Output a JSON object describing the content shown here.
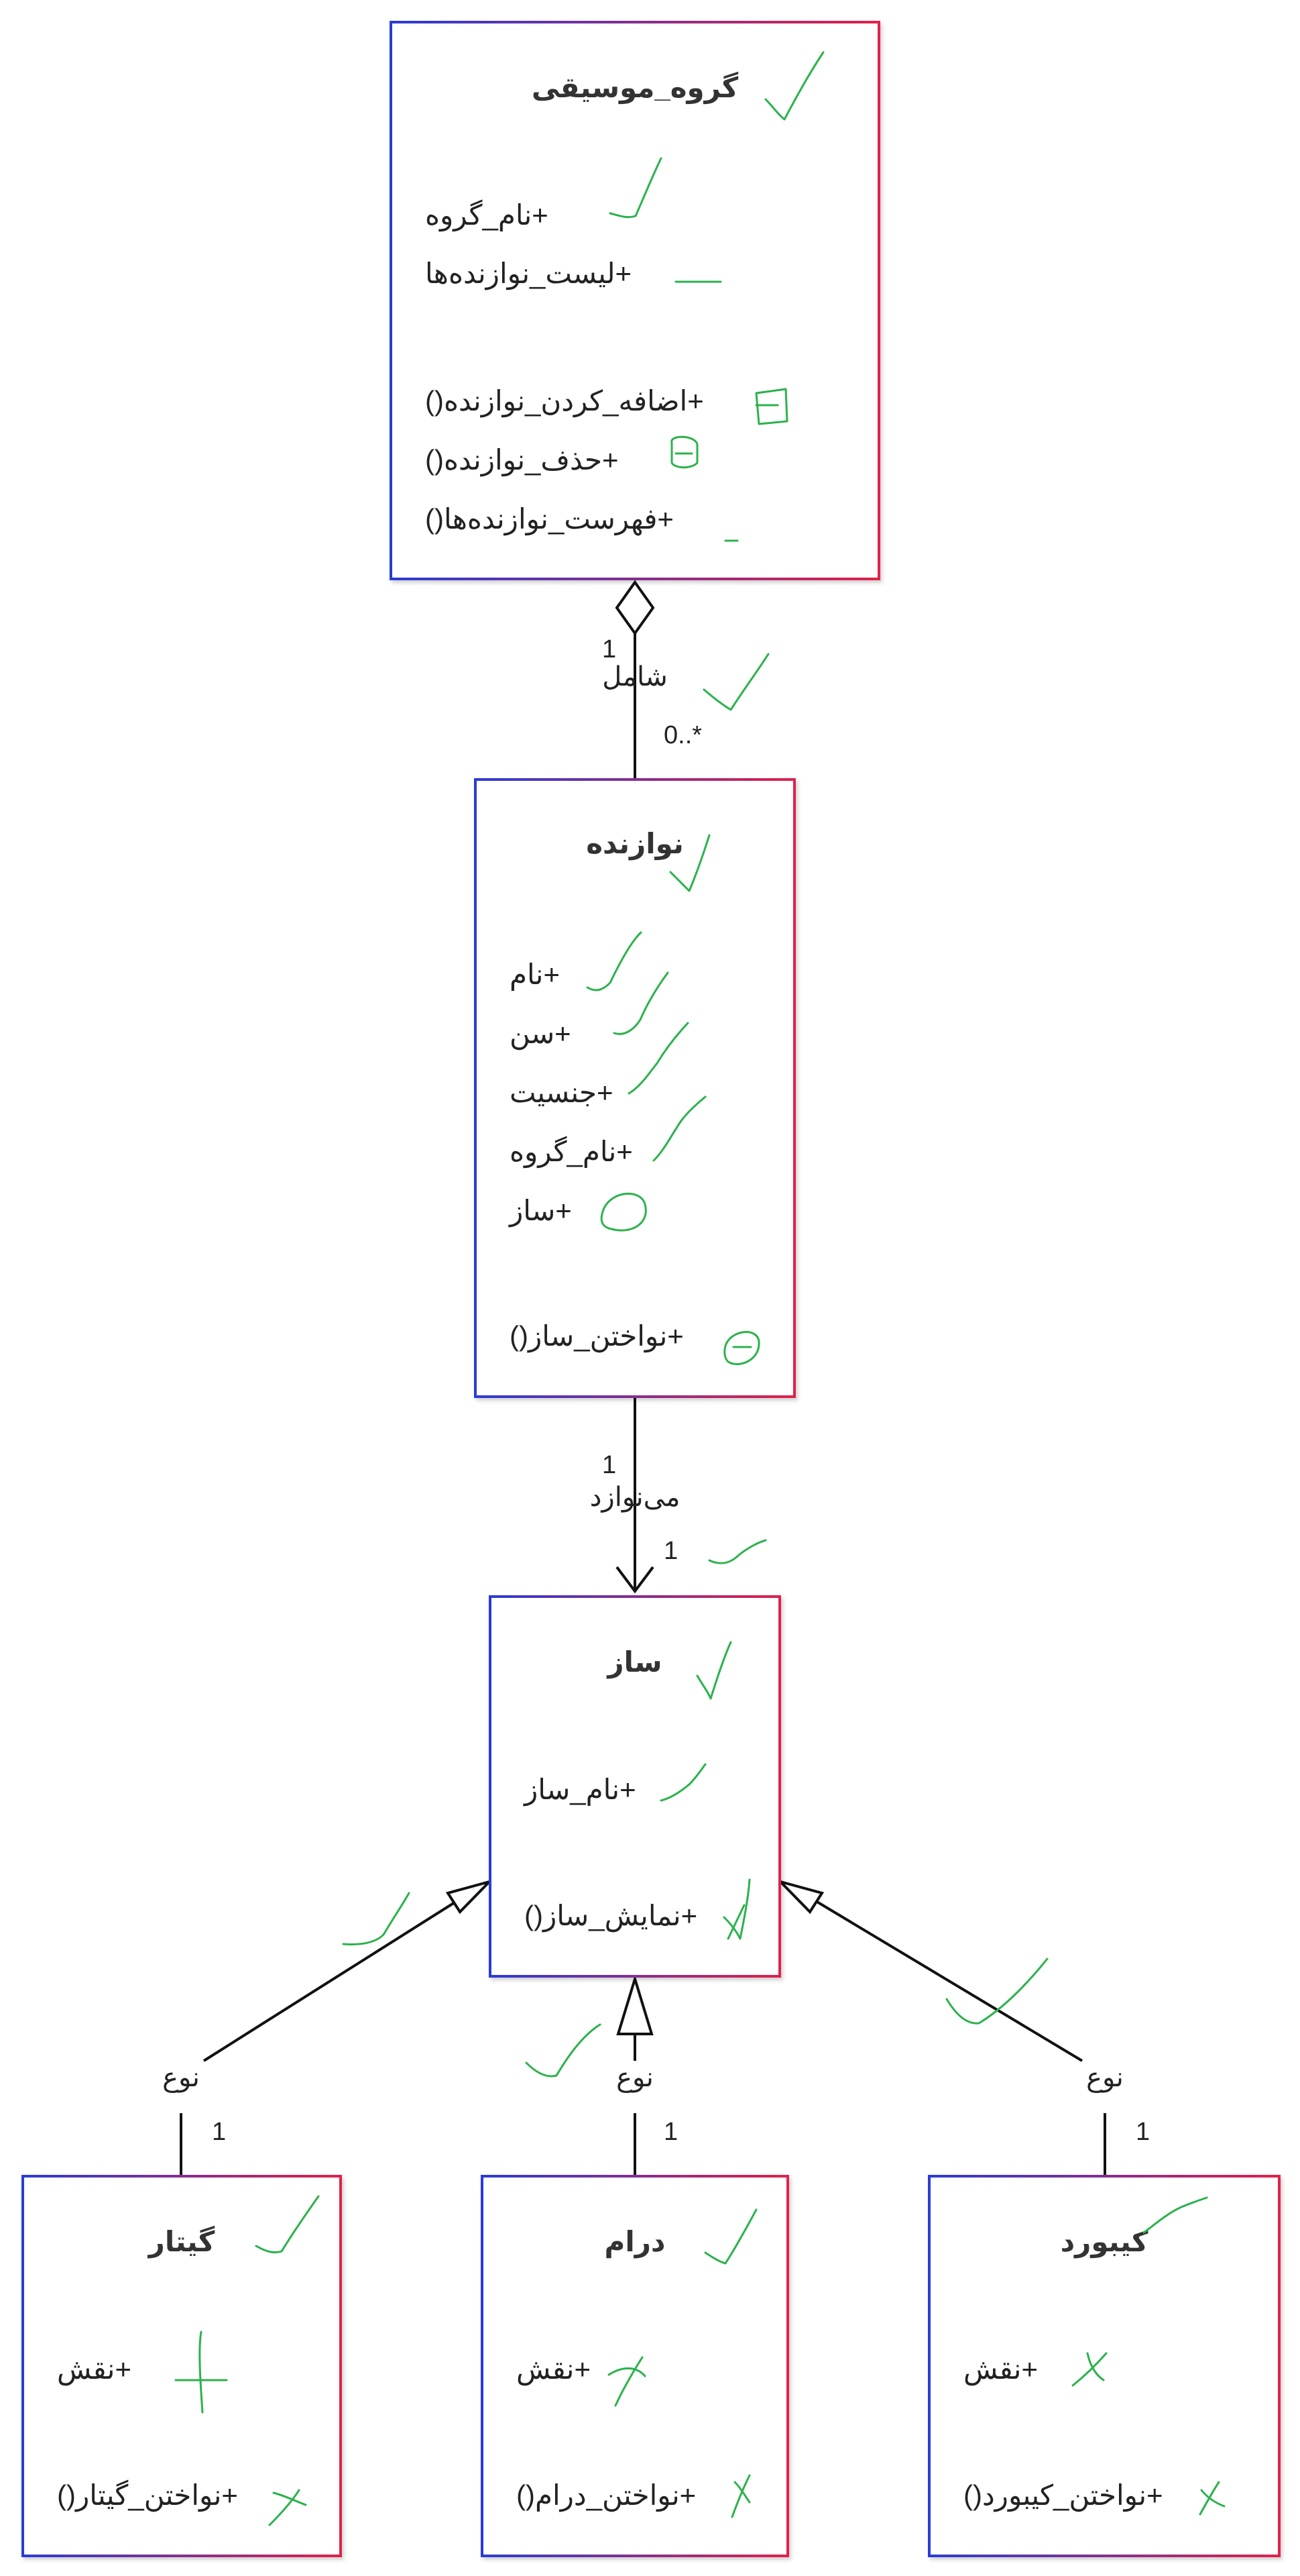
{
  "classes": {
    "music_group": {
      "title": "گروه_موسیقی",
      "attributes": [
        "+نام_گروه",
        "+لیست_نوازنده‌ها"
      ],
      "methods": [
        "+اضافه_کردن_نوازنده()",
        "+حذف_نوازنده()",
        "+فهرست_نوازنده‌ها()"
      ]
    },
    "musician": {
      "title": "نوازنده",
      "attributes": [
        "+نام",
        "+سن",
        "+جنسیت",
        "+نام_گروه",
        "+ساز"
      ],
      "methods": [
        "+نواختن_ساز()"
      ]
    },
    "instrument": {
      "title": "ساز",
      "attributes": [
        "+نام_ساز"
      ],
      "methods": [
        "+نمایش_ساز()"
      ]
    },
    "guitar": {
      "title": "گیتار",
      "attributes": [
        "+نقش"
      ],
      "methods": [
        "+نواختن_گیتار()"
      ]
    },
    "drum": {
      "title": "درام",
      "attributes": [
        "+نقش"
      ],
      "methods": [
        "+نواختن_درام()"
      ]
    },
    "keyboard": {
      "title": "کیبورد",
      "attributes": [
        "+نقش"
      ],
      "methods": [
        "+نواختن_کیبورد()"
      ]
    }
  },
  "relations": {
    "contains": {
      "label": "شامل",
      "mult_source": "1",
      "mult_target": "0..*"
    },
    "plays": {
      "label": "می‌نوازد",
      "mult_source": "1",
      "mult_target": "1"
    },
    "guitar_type": {
      "label": "نوع",
      "mult": "1"
    },
    "drum_type": {
      "label": "نوع",
      "mult": "1"
    },
    "keyboard_type": {
      "label": "نوع",
      "mult": "1"
    }
  },
  "colors": {
    "gradient_start": "#2b3bd6",
    "gradient_end": "#e0204a",
    "check_marks": "#2bb24c",
    "line": "#111111"
  }
}
